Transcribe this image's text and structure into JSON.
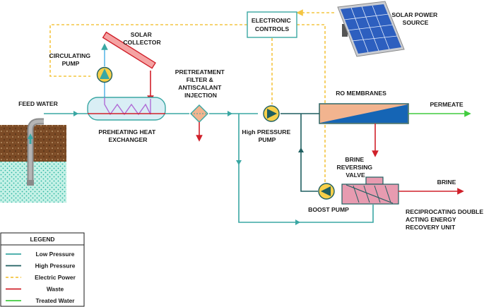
{
  "colors": {
    "low_pressure": "#3aa7a3",
    "high_pressure": "#1f5f60",
    "electric_power": "#f4c542",
    "waste": "#d0202a",
    "treated_water": "#41cc3f",
    "membrane_salt": "#f2b48f",
    "membrane_fresh": "#1565b5",
    "pump_fill": "#f8d04a",
    "exchanger_fill": "#d9eef5",
    "erd_fill": "#e79bb0",
    "solar_panel": "#2d5fbf"
  },
  "icons": {
    "pump": "pump-icon",
    "well": "well-icon",
    "filter": "filter-icon",
    "solar_panel": "solar-panel-icon"
  },
  "components": {
    "electronic_controls": [
      "ELECTRONIC",
      "CONTROLS"
    ],
    "solar_power_source": [
      "SOLAR POWER",
      "SOURCE"
    ],
    "solar_collector": [
      "SOLAR",
      "COLLECTOR"
    ],
    "circulating_pump": [
      "CIRCULATING",
      "PUMP"
    ],
    "feed_water": [
      "FEED WATER"
    ],
    "preheating_heat_exchanger": [
      "PREHEATING HEAT",
      "EXCHANGER"
    ],
    "pretreatment": [
      "PRETREATMENT",
      "FILTER &",
      "ANTISCALANT",
      "INJECTION"
    ],
    "high_pressure_pump": [
      "High PRESSURE",
      "PUMP"
    ],
    "ro_membranes": [
      "RO MEMBRANES"
    ],
    "permeate": [
      "PERMEATE"
    ],
    "brine_reversing_valve": [
      "BRINE",
      "REVERSING",
      "VALVE"
    ],
    "brine": [
      "BRINE"
    ],
    "boost_pump": [
      "BOOST PUMP"
    ],
    "erd": [
      "RECIPROCATING DOUBLE",
      "ACTING ENERGY",
      "RECOVERY UNIT"
    ]
  },
  "legend": {
    "title": "LEGEND",
    "items": [
      {
        "label": "Low Pressure",
        "color": "#3aa7a3",
        "style": "solid"
      },
      {
        "label": "High Pressure",
        "color": "#1f5f60",
        "style": "solid"
      },
      {
        "label": "Electric Power",
        "color": "#f4c542",
        "style": "dashed"
      },
      {
        "label": "Waste",
        "color": "#d0202a",
        "style": "solid"
      },
      {
        "label": "Treated Water",
        "color": "#41cc3f",
        "style": "solid"
      }
    ]
  }
}
